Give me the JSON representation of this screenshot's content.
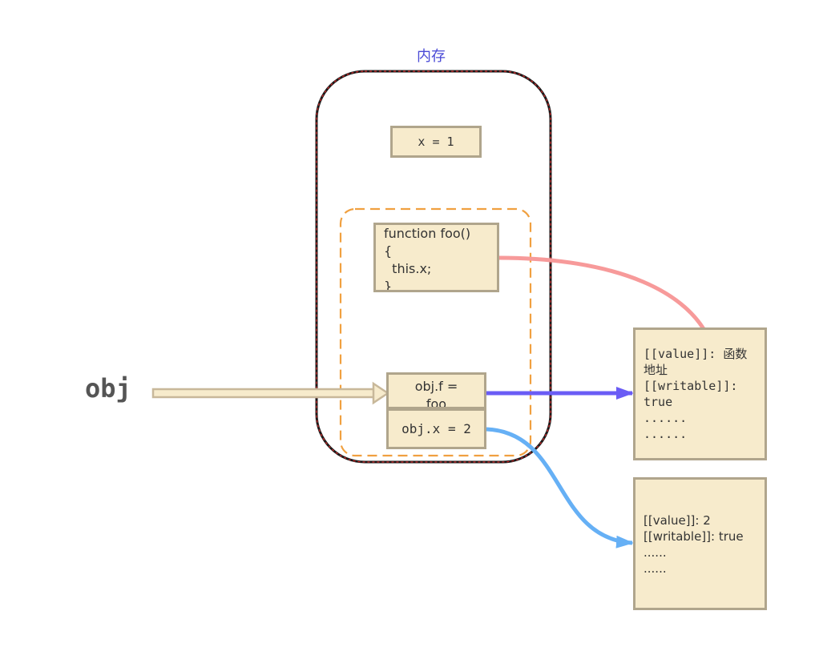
{
  "memory_label": "内存",
  "obj_label": "obj",
  "boxes": {
    "x": "x = 1",
    "func": "function foo()\n{\n  this.x;\n}",
    "objf": "obj.f =\nfoo",
    "objx": "obj.x = 2",
    "desc1": "[[value]]: 函数\n地址\n[[writable]]:\ntrue\n......\n......",
    "desc2": "[[value]]: 2\n[[writable]]: true\n......\n......"
  },
  "colors": {
    "memory_border": "#1a1a1a",
    "memory_inner": "#d62a2a",
    "scope_dash": "#f0a040",
    "box_fill": "#f7ebcc",
    "box_border": "#b0a58c",
    "arrow_pink": "#f79a9a",
    "arrow_purple": "#6a5cf5",
    "arrow_blue": "#66b0f5",
    "obj_arrow": "#c8b89a"
  }
}
